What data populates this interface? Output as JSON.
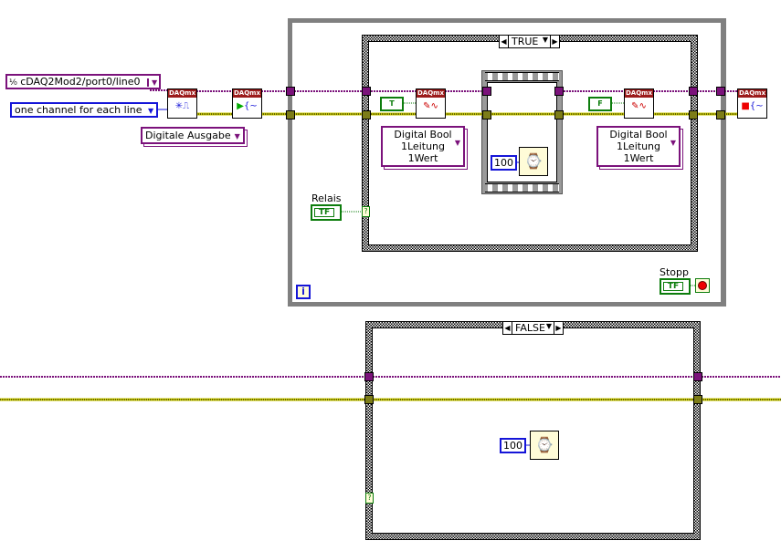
{
  "controls": {
    "channel_constant": "cDAQ2Mod2/port0/line0",
    "line_grouping_constant": "one channel for each line",
    "task_type_ring": "Digitale Ausgabe"
  },
  "true_case": {
    "selector_label": "TRUE",
    "write_mode_left": [
      "Digital Bool",
      "1Leitung 1Wert"
    ],
    "write_mode_right": [
      "Digital Bool",
      "1Leitung 1Wert"
    ],
    "bool_const_left": "T",
    "bool_const_right": "F",
    "wait_ms": "100"
  },
  "false_case": {
    "selector_label": "FALSE",
    "wait_ms": "100"
  },
  "relais_label": "Relais",
  "relais_terminal": "TF",
  "stopp_label": "Stopp",
  "stopp_terminal": "TF",
  "iteration_terminal": "i",
  "case_selector_terminal": "?",
  "node_header": "DAQmx",
  "wire_colors": {
    "task": "#7b127b",
    "error": "#c8c800",
    "boolean": "#0d7d0d",
    "numeric": "#1515d8"
  }
}
